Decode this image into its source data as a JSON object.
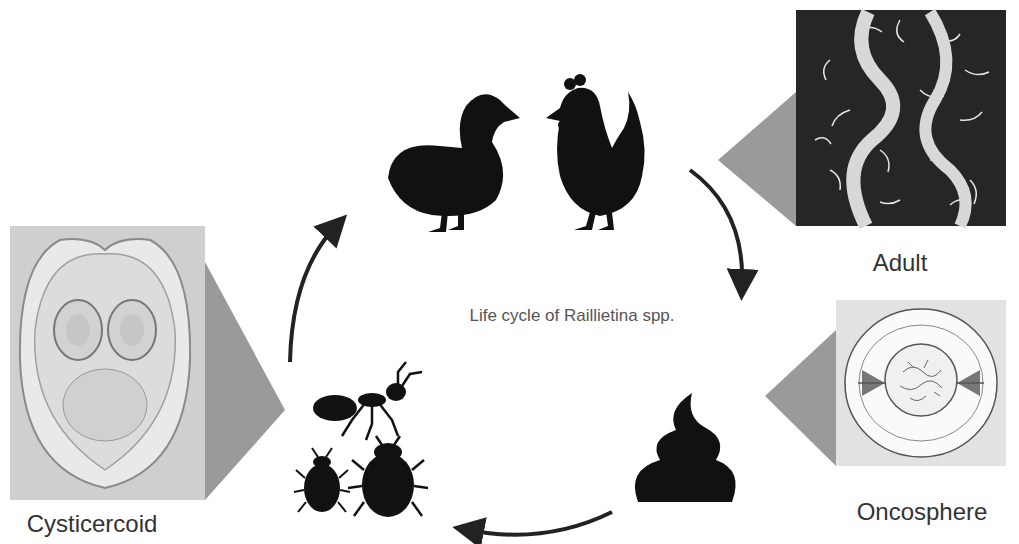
{
  "diagram": {
    "title": "Life cycle of Raillietina spp.",
    "labels": [
      "Adult",
      "Oncosphere",
      "Cysticercoid"
    ]
  }
}
